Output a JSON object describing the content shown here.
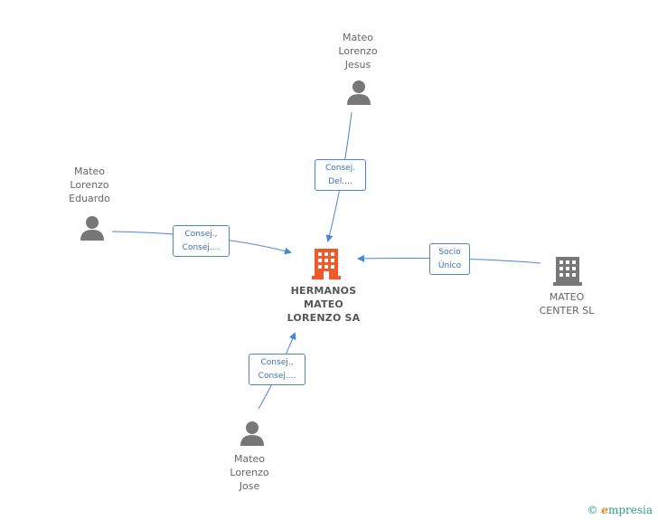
{
  "nodes": {
    "main": {
      "label": "HERMANOS\nMATEO\nLORENZO SA",
      "type": "company",
      "color": "#f05a28"
    },
    "jesus": {
      "label": "Mateo\nLorenzo\nJesus",
      "type": "person"
    },
    "eduardo": {
      "label": "Mateo\nLorenzo\nEduardo",
      "type": "person"
    },
    "jose": {
      "label": "Mateo\nLorenzo\nJose",
      "type": "person"
    },
    "center": {
      "label": "MATEO\nCENTER SL",
      "type": "company",
      "color": "#777777"
    }
  },
  "edges": {
    "jesus": "Consej.\nDel....",
    "eduardo": "Consej.,\nConsej....",
    "jose": "Consej.,\nConsej....",
    "center": "Socio\nÚnico"
  },
  "colors": {
    "edge": "#4a86d6",
    "person_icon": "#777777"
  },
  "footer": {
    "copyright": "©",
    "brand_initial": "e",
    "brand_rest": "mpresia"
  }
}
